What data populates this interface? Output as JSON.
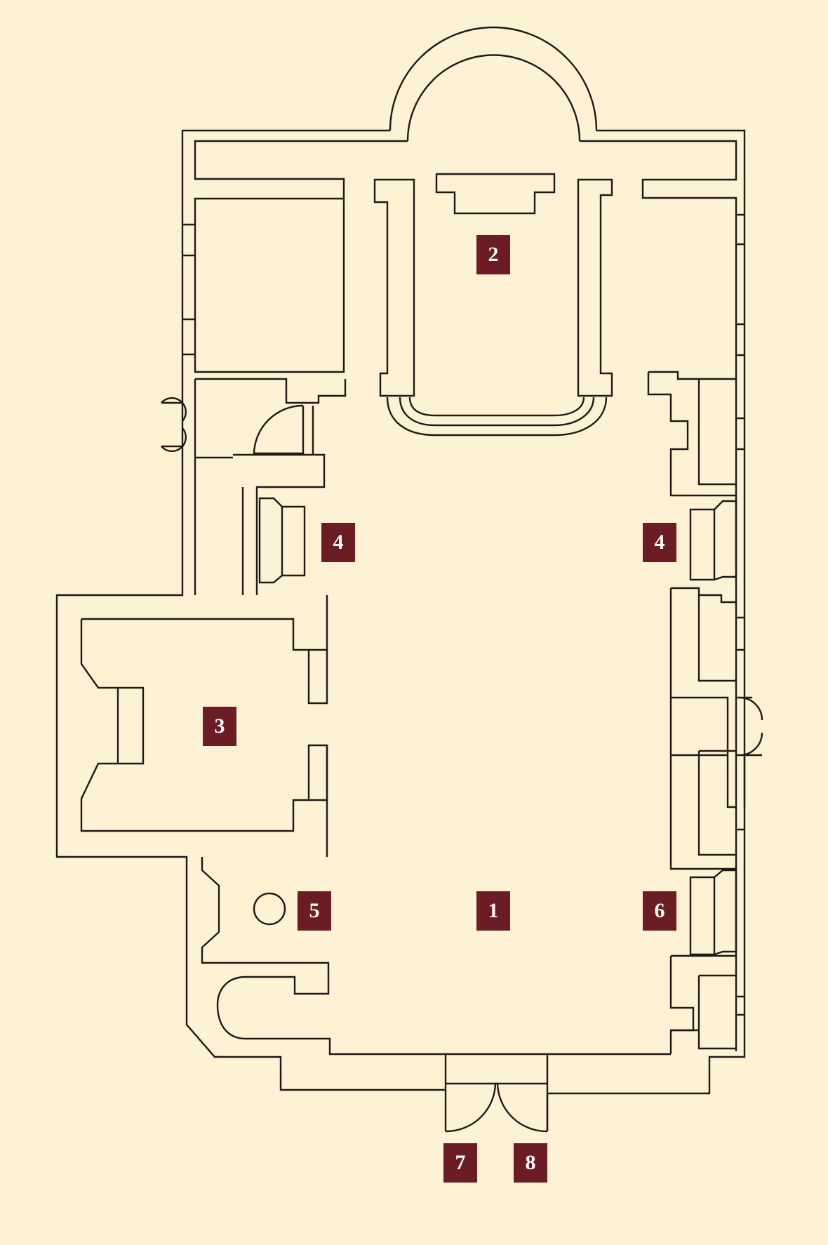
{
  "colors": {
    "background": "#fdf2d3",
    "walls": "#1f1a16",
    "marker_fill": "#6b1c24",
    "marker_text": "#ffffff"
  },
  "markers": {
    "m1": "1",
    "m2": "2",
    "m3": "3",
    "m4_left": "4",
    "m4_right": "4",
    "m5": "5",
    "m6": "6",
    "m7": "7",
    "m8": "8"
  }
}
